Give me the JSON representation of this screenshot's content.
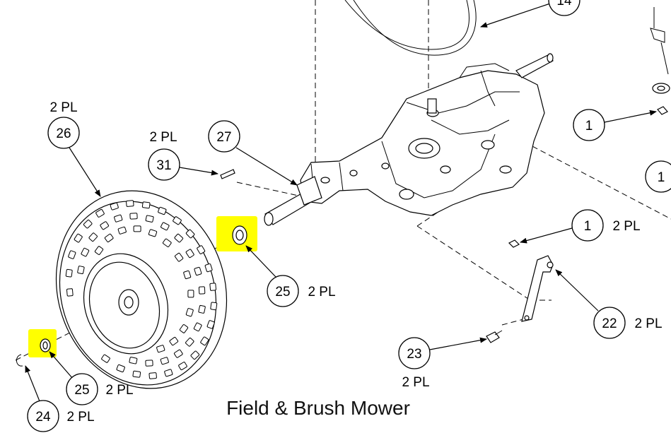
{
  "title": "Field & Brush Mower",
  "highlight_color": "#ffff00",
  "callouts": [
    {
      "id": "c14",
      "number": "14",
      "qty": ""
    },
    {
      "id": "c1-top",
      "number": "1",
      "qty": ""
    },
    {
      "id": "c1-edge",
      "number": "1",
      "qty": ""
    },
    {
      "id": "c26",
      "number": "26",
      "qty": "2 PL"
    },
    {
      "id": "c31",
      "number": "31",
      "qty": "2 PL"
    },
    {
      "id": "c27",
      "number": "27",
      "qty": ""
    },
    {
      "id": "c1-bracket",
      "number": "1",
      "qty": "2 PL"
    },
    {
      "id": "c25-upper",
      "number": "25",
      "qty": "2 PL"
    },
    {
      "id": "c22",
      "number": "22",
      "qty": "2 PL"
    },
    {
      "id": "c23",
      "number": "23",
      "qty": "2 PL"
    },
    {
      "id": "c25-lower",
      "number": "25",
      "qty": "2 PL"
    },
    {
      "id": "c24",
      "number": "24",
      "qty": "2 PL"
    }
  ],
  "arrow_icon": "arrowhead-icon",
  "highlighted_parts": [
    "25",
    "25"
  ]
}
